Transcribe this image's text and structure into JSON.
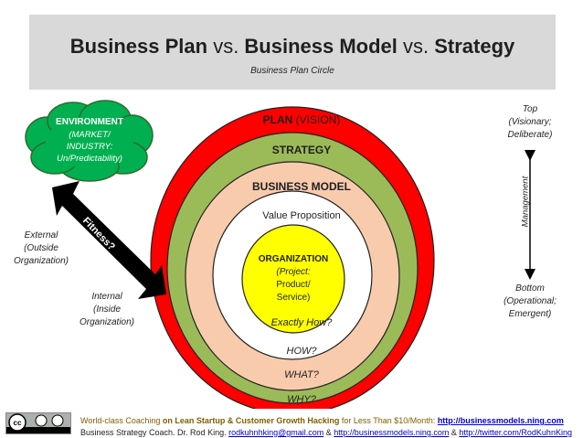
{
  "header": {
    "title_part1": "Business Plan",
    "title_vs1": " vs. ",
    "title_part2": "Business Model",
    "title_vs2": " vs. ",
    "title_part3": "Strategy",
    "subtitle": "Business Plan Circle"
  },
  "rings": {
    "plan_bold": "PLAN",
    "plan_rest": " (VISION)",
    "strategy": "STRATEGY",
    "business_model": "BUSINESS MODEL",
    "value_proposition": "Value Proposition",
    "organization": "ORGANIZATION",
    "org_line2": "(Project:",
    "org_line3": "Product/",
    "org_line4": "Service)",
    "exactly_how": "Exactly How?",
    "how": "HOW?",
    "what": "WHAT?",
    "why": "WHY?"
  },
  "environment": {
    "title": "ENVIRONMENT",
    "line2": "(MARKET/",
    "line3": "INDUSTRY:",
    "line4": "Un/Predictability)"
  },
  "fitness": "Fitness?",
  "external": {
    "line1": "External",
    "line2": "(Outside",
    "line3": "Organization)"
  },
  "internal": {
    "line1": "Internal",
    "line2": "(Inside",
    "line3": "Organization)"
  },
  "top": {
    "line1": "Top",
    "line2": "(Visionary;",
    "line3": "Deliberate)"
  },
  "management": "Management",
  "bottom": {
    "line1": "Bottom",
    "line2": "(Operational;",
    "line3": "Emergent)"
  },
  "footer": {
    "line1_a": "World-class Coaching ",
    "line1_b": "on Lean Startup & Customer Growth Hacking",
    "line1_c": " for Less Than $10/Month: ",
    "line1_link": "http://businessmodels.ning.com",
    "line2_a": "Business Strategy Coach. Dr. Rod King. ",
    "line2_email": "rodkuhnhking@gmail.com",
    "line2_and1": " & ",
    "line2_link1": "http://businessmodels.ning.com",
    "line2_and2": " & ",
    "line2_link2": "http://twitter.com/RodKuhnKing"
  },
  "colors": {
    "ring_plan": "#ff0000",
    "ring_strategy": "#9bbb59",
    "ring_model": "#f9cbad",
    "ring_value": "#ffffff",
    "core": "#ffff00",
    "cloud": "#00b050",
    "title_bar": "#d9d9d9"
  },
  "icons": {
    "license": "cc-by-sa-icon"
  }
}
